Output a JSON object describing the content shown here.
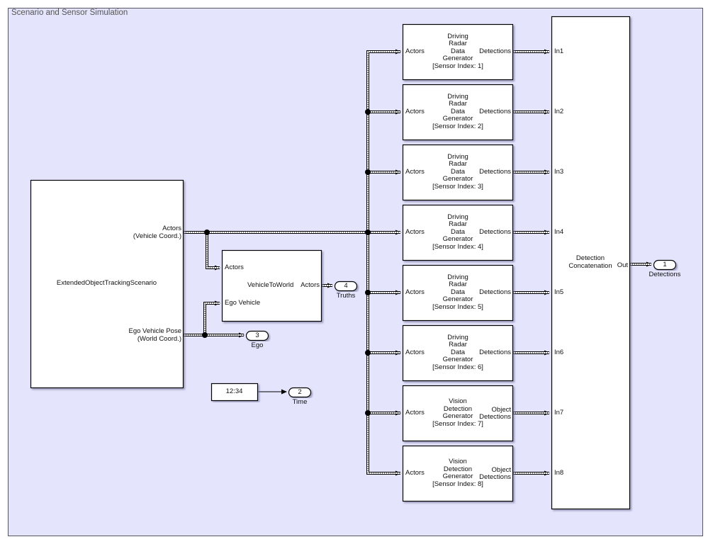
{
  "area": {
    "title": "Scenario and Sensor Simulation"
  },
  "scenario_block": {
    "name": "ExtendedObjectTrackingScenario",
    "out_ports": [
      {
        "label_line1": "Actors",
        "label_line2": "(Vehicle Coord.)"
      },
      {
        "label_line1": "Ego Vehicle Pose",
        "label_line2": "(World Coord.)"
      }
    ]
  },
  "vehicle_to_world": {
    "name": "VehicleToWorld",
    "in_ports": [
      "Actors",
      "Ego Vehicle"
    ],
    "out_port": "Actors"
  },
  "clock_block": {
    "value": "12:34"
  },
  "outports": [
    {
      "number": "1",
      "label": "Detections"
    },
    {
      "number": "2",
      "label": "Time"
    },
    {
      "number": "3",
      "label": "Ego"
    },
    {
      "number": "4",
      "label": "Truths"
    }
  ],
  "sensors": [
    {
      "type_lines": [
        "Driving",
        "Radar",
        "Data",
        "Generator"
      ],
      "index_label": "[Sensor Index: 1]",
      "in_port": "Actors",
      "out_port_lines": [
        "Detections"
      ],
      "target_port": "In1"
    },
    {
      "type_lines": [
        "Driving",
        "Radar",
        "Data",
        "Generator"
      ],
      "index_label": "[Sensor Index: 2]",
      "in_port": "Actors",
      "out_port_lines": [
        "Detections"
      ],
      "target_port": "In2"
    },
    {
      "type_lines": [
        "Driving",
        "Radar",
        "Data",
        "Generator"
      ],
      "index_label": "[Sensor Index: 3]",
      "in_port": "Actors",
      "out_port_lines": [
        "Detections"
      ],
      "target_port": "In3"
    },
    {
      "type_lines": [
        "Driving",
        "Radar",
        "Data",
        "Generator"
      ],
      "index_label": "[Sensor Index: 4]",
      "in_port": "Actors",
      "out_port_lines": [
        "Detections"
      ],
      "target_port": "In4"
    },
    {
      "type_lines": [
        "Driving",
        "Radar",
        "Data",
        "Generator"
      ],
      "index_label": "[Sensor Index: 5]",
      "in_port": "Actors",
      "out_port_lines": [
        "Detections"
      ],
      "target_port": "In5"
    },
    {
      "type_lines": [
        "Driving",
        "Radar",
        "Data",
        "Generator"
      ],
      "index_label": "[Sensor Index: 6]",
      "in_port": "Actors",
      "out_port_lines": [
        "Detections"
      ],
      "target_port": "In6"
    },
    {
      "type_lines": [
        "Vision",
        "Detection",
        "Generator"
      ],
      "index_label": "[Sensor Index: 7]",
      "in_port": "Actors",
      "out_port_lines": [
        "Object",
        "Detections"
      ],
      "target_port": "In7"
    },
    {
      "type_lines": [
        "Vision",
        "Detection",
        "Generator"
      ],
      "index_label": "[Sensor Index: 8]",
      "in_port": "Actors",
      "out_port_lines": [
        "Object",
        "Detections"
      ],
      "target_port": "In8"
    }
  ],
  "concat_block": {
    "name_line1": "Detection",
    "name_line2": "Concatenation",
    "out_port": "Out"
  },
  "colors": {
    "area_bg": "#e4e4fc",
    "area_border": "#555566",
    "block_bg": "#ffffff",
    "line": "#000000"
  }
}
